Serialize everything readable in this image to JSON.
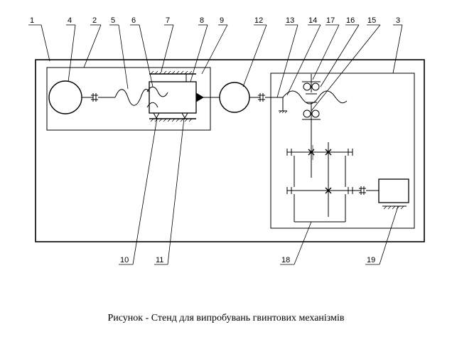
{
  "labels": {
    "l1": "1",
    "l2": "2",
    "l3": "3",
    "l4": "4",
    "l5": "5",
    "l6": "6",
    "l7": "7",
    "l8": "8",
    "l9": "9",
    "l10": "10",
    "l11": "11",
    "l12": "12",
    "l13": "13",
    "l14": "14",
    "l15": "15",
    "l16": "16",
    "l17": "17",
    "l18": "18",
    "l19": "19"
  },
  "caption": "Рисунок - Стенд для випробувань гвинтових механізмів"
}
